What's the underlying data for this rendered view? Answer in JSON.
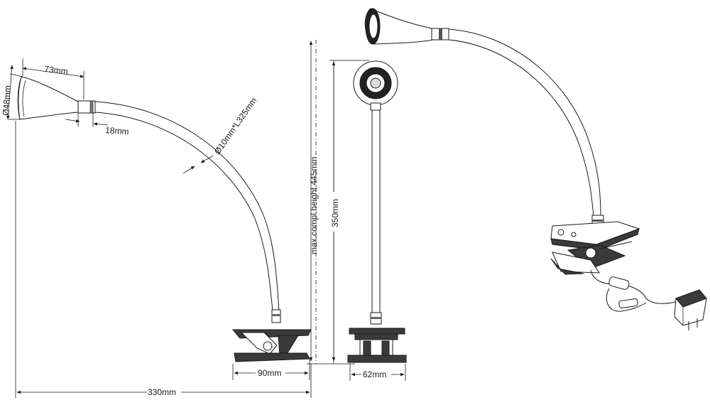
{
  "dimensions": {
    "head_length": "73mm",
    "head_diameter": "Ø48mm",
    "collar_length": "18mm",
    "gooseneck": "Ø10mm*L325mm",
    "max_height": "max.compl.height.445mm",
    "arm_height": "350mm",
    "clamp_width": "90mm",
    "clamp_depth": "62mm",
    "total_width": "330mm"
  }
}
